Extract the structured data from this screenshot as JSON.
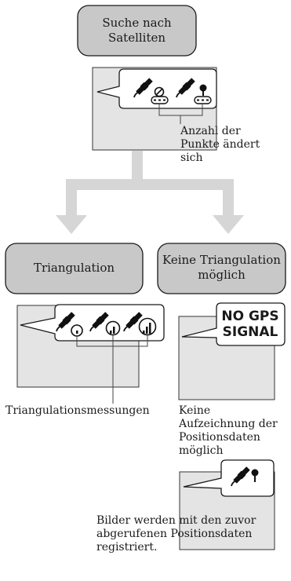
{
  "boxes": {
    "search": "Suche nach Satelliten",
    "triangulation": "Triangulation",
    "no_triangulation": "Keine Triangulation möglich"
  },
  "captions": {
    "points_change": "Anzahl der Punkte ändert sich",
    "measurements": "Triangulationsmessungen",
    "no_record": "Keine Aufzeichnung der Positionsdaten möglich",
    "registered": "Bilder werden mit den zuvor abgerufenen Positionsdaten registriert."
  },
  "no_gps_signal": "NO GPS SIGNAL",
  "colors": {
    "box_fill": "#c8c8c8",
    "screen_fill": "#e4e4e4",
    "arrow": "#d6d6d6",
    "ink": "#1a1a1a"
  }
}
